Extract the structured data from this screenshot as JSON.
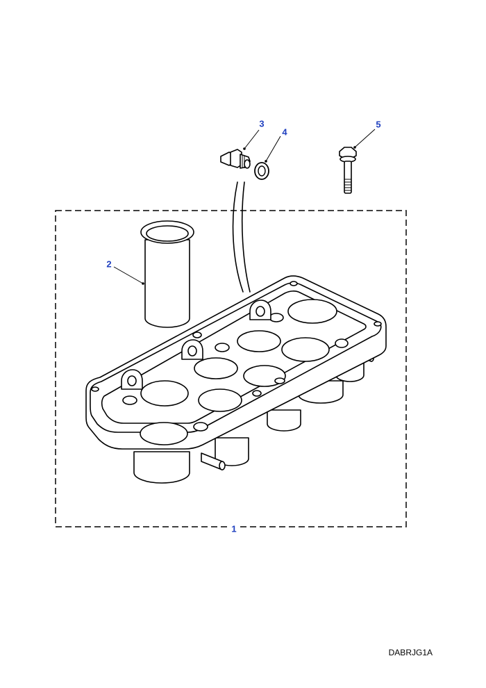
{
  "diagram": {
    "callouts": [
      {
        "id": "callout-1",
        "label": "1"
      },
      {
        "id": "callout-2",
        "label": "2"
      },
      {
        "id": "callout-3",
        "label": "3"
      },
      {
        "id": "callout-4",
        "label": "4"
      },
      {
        "id": "callout-5",
        "label": "5"
      }
    ],
    "drawing_code": "DABRJG1A",
    "callout_color": "#1f3fbf"
  }
}
